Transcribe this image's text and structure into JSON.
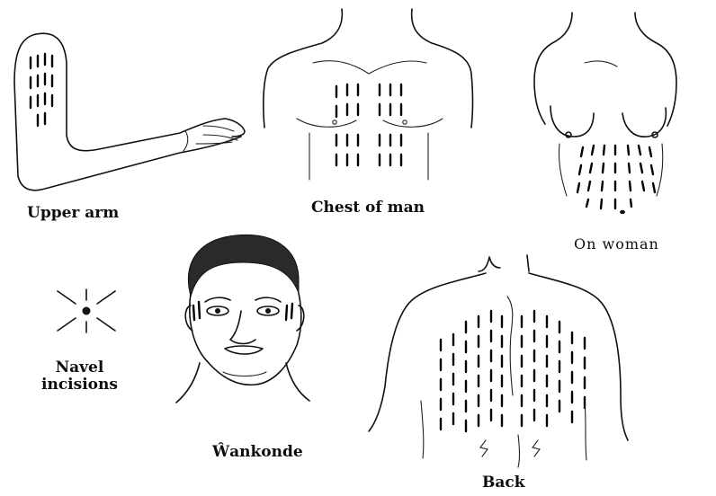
{
  "captions": {
    "upper_arm": "Upper arm",
    "chest_of_man": "Chest of man",
    "on_woman": "On woman",
    "navel_line1": "Navel",
    "navel_line2": "incisions",
    "wankonde": "Ŵankonde",
    "back": "Back"
  },
  "colors": {
    "ink": "#111111",
    "paper": "#ffffff"
  }
}
